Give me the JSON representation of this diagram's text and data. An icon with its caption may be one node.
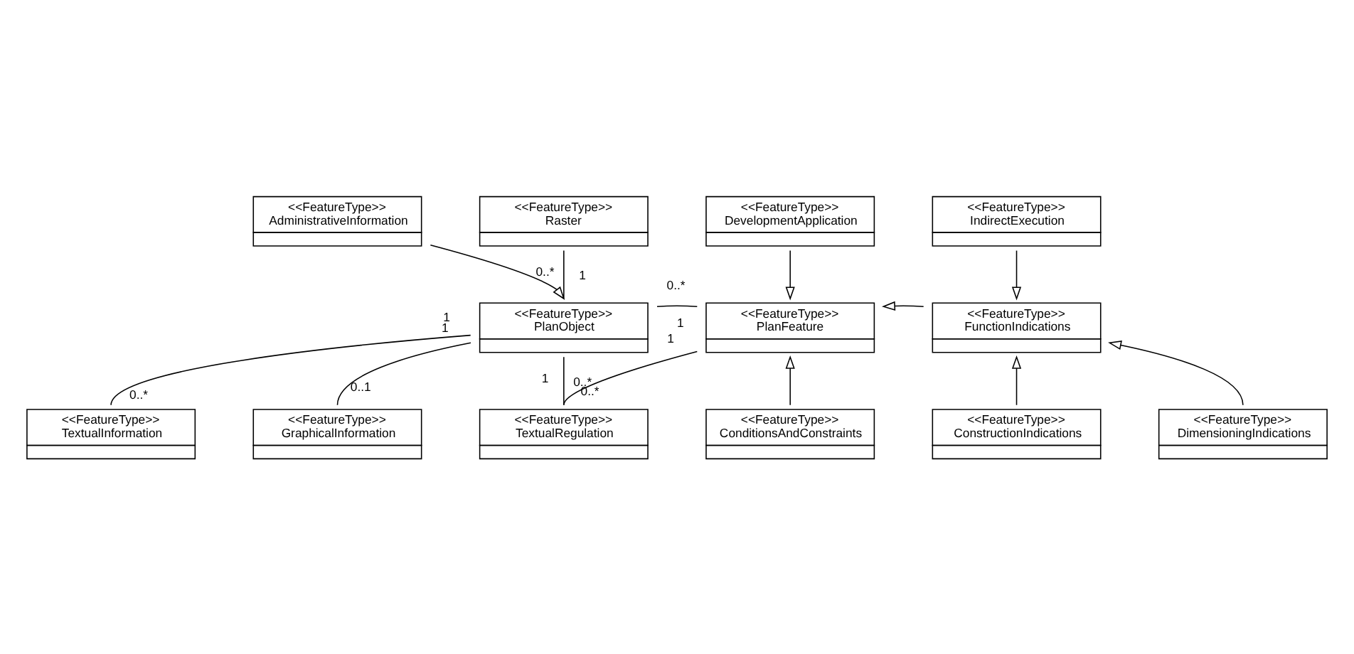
{
  "diagram": {
    "nodes": [
      {
        "text": [
          "<<FeatureType>>",
          "AdministrativeInformation"
        ]
      },
      {
        "text": [
          "<<FeatureType>>",
          "Raster"
        ]
      },
      {
        "text": [
          "<<FeatureType>>",
          "DevelopmentApplication"
        ]
      },
      {
        "text": [
          "<<FeatureType>>",
          "IndirectExecution"
        ]
      },
      {
        "text": [
          "<<FeatureType>>",
          "PlanObject"
        ]
      },
      {
        "text": [
          "<<FeatureType>>",
          "PlanFeature"
        ]
      },
      {
        "text": [
          "<<FeatureType>>",
          "FunctionIndications"
        ]
      },
      {
        "text": [
          "<<FeatureType>>",
          "TextualInformation"
        ]
      },
      {
        "text": [
          "<<FeatureType>>",
          "TextualRegulation"
        ]
      },
      {
        "text": [
          "<<FeatureType>>",
          "ConstructionIndications"
        ]
      },
      {
        "text": [
          "<<FeatureType>>",
          "GraphicalInformation"
        ]
      },
      {
        "text": [
          "<<FeatureType>>",
          "ConditionsAndConstraints"
        ]
      },
      {
        "text": [
          "<<FeatureType>>",
          "DimensioningIndications"
        ]
      }
    ],
    "edges": [
      {
        "from": 0,
        "to": 4,
        "arrow": "to"
      },
      {
        "from": 1,
        "to": 4,
        "arrow": "none"
      },
      {
        "from": 2,
        "to": 5,
        "arrow": "to"
      },
      {
        "from": 3,
        "to": 6,
        "arrow": "to"
      },
      {
        "from": 4,
        "to": 5,
        "arrow": "none"
      },
      {
        "from": 6,
        "to": 5,
        "arrow": "to"
      },
      {
        "from": 4,
        "to": 7,
        "arrow": "none"
      },
      {
        "from": 4,
        "to": 10,
        "arrow": "none"
      },
      {
        "from": 4,
        "to": 8,
        "arrow": "none"
      },
      {
        "from": 5,
        "to": 8,
        "arrow": "none"
      },
      {
        "from": 11,
        "to": 5,
        "arrow": "to"
      },
      {
        "from": 9,
        "to": 6,
        "arrow": "to"
      },
      {
        "from": 12,
        "to": 6,
        "arrow": "to"
      }
    ],
    "labels": [
      "0..*",
      "1",
      "1",
      "0..*",
      "1",
      "1",
      "1",
      "1",
      "0..*",
      "0..*",
      "0..*",
      "0..1"
    ]
  }
}
